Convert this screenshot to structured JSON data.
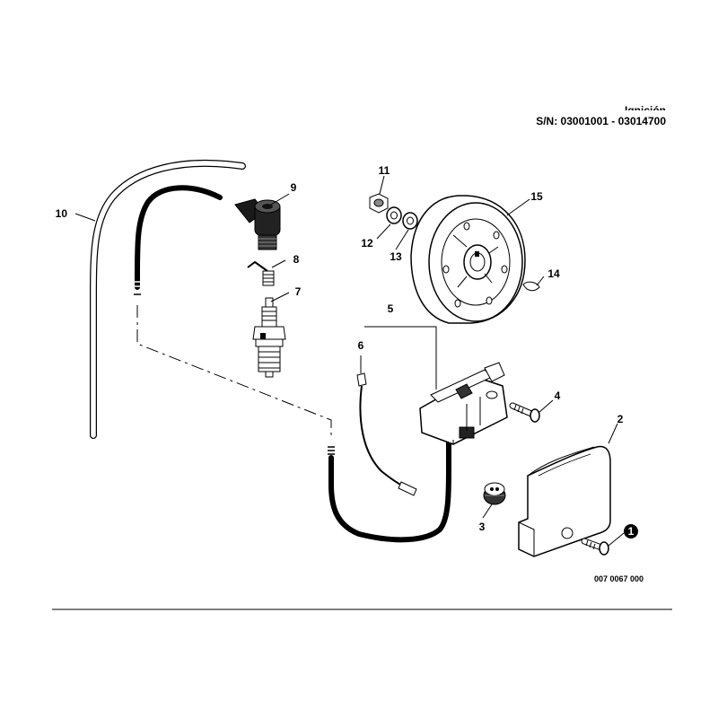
{
  "header": {
    "title": "Ignición",
    "serial_range": "S/N: 03001001 - 03014700"
  },
  "drawing_number": "007 0067 000",
  "callouts": [
    {
      "id": "c1",
      "label": "1",
      "name": "screw",
      "circled": true
    },
    {
      "id": "c2",
      "label": "2",
      "name": "cover"
    },
    {
      "id": "c3",
      "label": "3",
      "name": "grommet"
    },
    {
      "id": "c4",
      "label": "4",
      "name": "bolt"
    },
    {
      "id": "c5",
      "label": "5",
      "name": "ignition-module"
    },
    {
      "id": "c6",
      "label": "6",
      "name": "short-circuit-wire"
    },
    {
      "id": "c7",
      "label": "7",
      "name": "spark-plug"
    },
    {
      "id": "c8",
      "label": "8",
      "name": "spring-clip"
    },
    {
      "id": "c9",
      "label": "9",
      "name": "spark-plug-boot"
    },
    {
      "id": "c10",
      "label": "10",
      "name": "hose"
    },
    {
      "id": "c11",
      "label": "11",
      "name": "nut"
    },
    {
      "id": "c12",
      "label": "12",
      "name": "spring-washer"
    },
    {
      "id": "c13",
      "label": "13",
      "name": "washer"
    },
    {
      "id": "c14",
      "label": "14",
      "name": "woodruff-key"
    },
    {
      "id": "c15",
      "label": "15",
      "name": "flywheel"
    }
  ]
}
